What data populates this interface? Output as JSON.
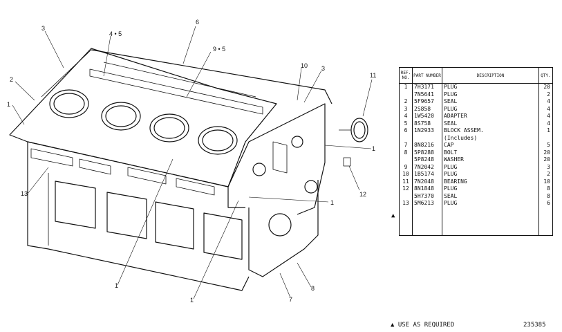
{
  "callouts": [
    "1",
    "2",
    "3",
    "4 • 5",
    "6",
    "9 • 5",
    "10",
    "3",
    "11",
    "1",
    "12",
    "1",
    "13",
    "1",
    "1",
    "8",
    "7"
  ],
  "table": {
    "headers": {
      "ref": "REF. NO.",
      "part": "PART NUMBER",
      "desc": "DESCRIPTION",
      "qty": "QTY."
    },
    "rows": [
      {
        "ref": "1",
        "part": "7H3171",
        "desc": "PLUG",
        "qty": "20"
      },
      {
        "ref": "",
        "part": "7N5641",
        "desc": "PLUG",
        "qty": "2"
      },
      {
        "ref": "2",
        "part": "5F9657",
        "desc": "SEAL",
        "qty": "4"
      },
      {
        "ref": "3",
        "part": "2S858",
        "desc": "PLUG",
        "qty": "4"
      },
      {
        "ref": "4",
        "part": "1W5420",
        "desc": "ADAPTER",
        "qty": "4"
      },
      {
        "ref": "5",
        "part": "8S758",
        "desc": "SEAL",
        "qty": "4"
      },
      {
        "ref": "6",
        "part": "1N2933",
        "desc": "BLOCK ASSEM.",
        "qty": "1"
      },
      {
        "ref": "",
        "part": "",
        "desc": "(Includes)",
        "qty": ""
      },
      {
        "ref": "7",
        "part": "8N8216",
        "desc": "   CAP",
        "qty": "5"
      },
      {
        "ref": "8",
        "part": "5P8288",
        "desc": "   BOLT",
        "qty": "20"
      },
      {
        "ref": "",
        "part": "5P8248",
        "desc": "   WASHER",
        "qty": "20"
      },
      {
        "ref": "9",
        "part": "7N2042",
        "desc": "PLUG",
        "qty": "3"
      },
      {
        "ref": "10",
        "part": "1B5174",
        "desc": "PLUG",
        "qty": "2"
      },
      {
        "ref": "11",
        "part": "7N2048",
        "desc": "BEARING",
        "qty": "10"
      },
      {
        "ref": "12",
        "part": "8N1848",
        "desc": "PLUG",
        "qty": "8"
      },
      {
        "ref": "",
        "part": "5H7370",
        "desc": "SEAL",
        "qty": "8"
      },
      {
        "ref": "13",
        "part": "5M6213",
        "desc": "PLUG",
        "qty": "6"
      }
    ],
    "mark": "▲"
  },
  "footnote": "▲ USE AS REQUIRED",
  "drawing_number": "235385"
}
